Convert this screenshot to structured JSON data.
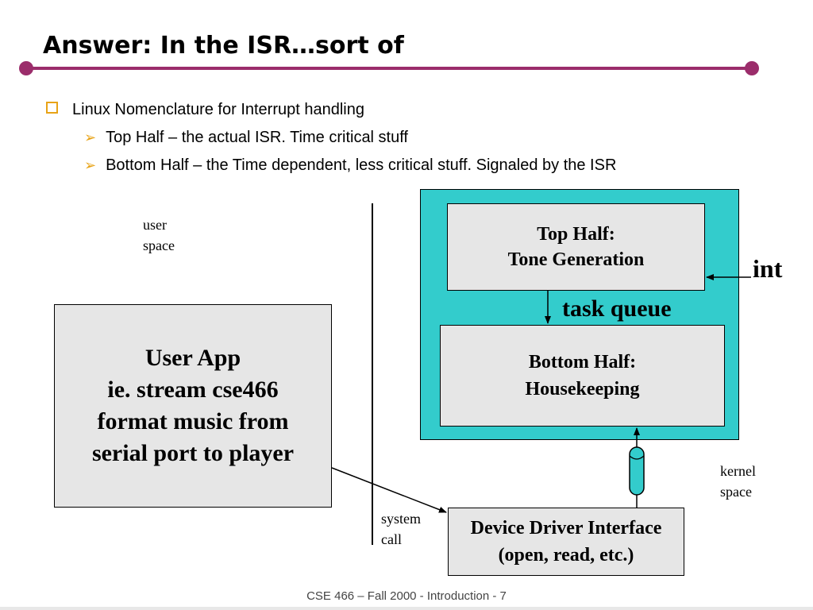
{
  "slide": {
    "title": "Answer: In the ISR…sort of",
    "bullets": {
      "main": "Linux Nomenclature for Interrupt handling",
      "sub": [
        "Top Half – the actual ISR. Time critical stuff",
        "Bottom Half – the Time dependent, less critical stuff. Signaled by the ISR"
      ]
    },
    "footer": "CSE 466 – Fall 2000 - Introduction - 7"
  },
  "diagram": {
    "user_space_label": [
      "user",
      "space"
    ],
    "kernel_space_label": [
      "kernel",
      "space"
    ],
    "system_call_label": [
      "system",
      "call"
    ],
    "user_app": [
      "User App",
      "ie. stream cse466",
      "format music from",
      "serial port to player"
    ],
    "top_half": [
      "Top Half:",
      "Tone Generation"
    ],
    "bottom_half": [
      "Bottom Half:",
      "Housekeeping"
    ],
    "task_queue_label": "task queue",
    "int_label": "int",
    "device_driver": [
      "Device Driver Interface",
      "(open, read, etc.)"
    ]
  },
  "colors": {
    "accent": "#9b2d6b",
    "bullet": "#e8a317",
    "kernel_panel": "#33cccc",
    "box_fill": "#e6e6e6"
  }
}
